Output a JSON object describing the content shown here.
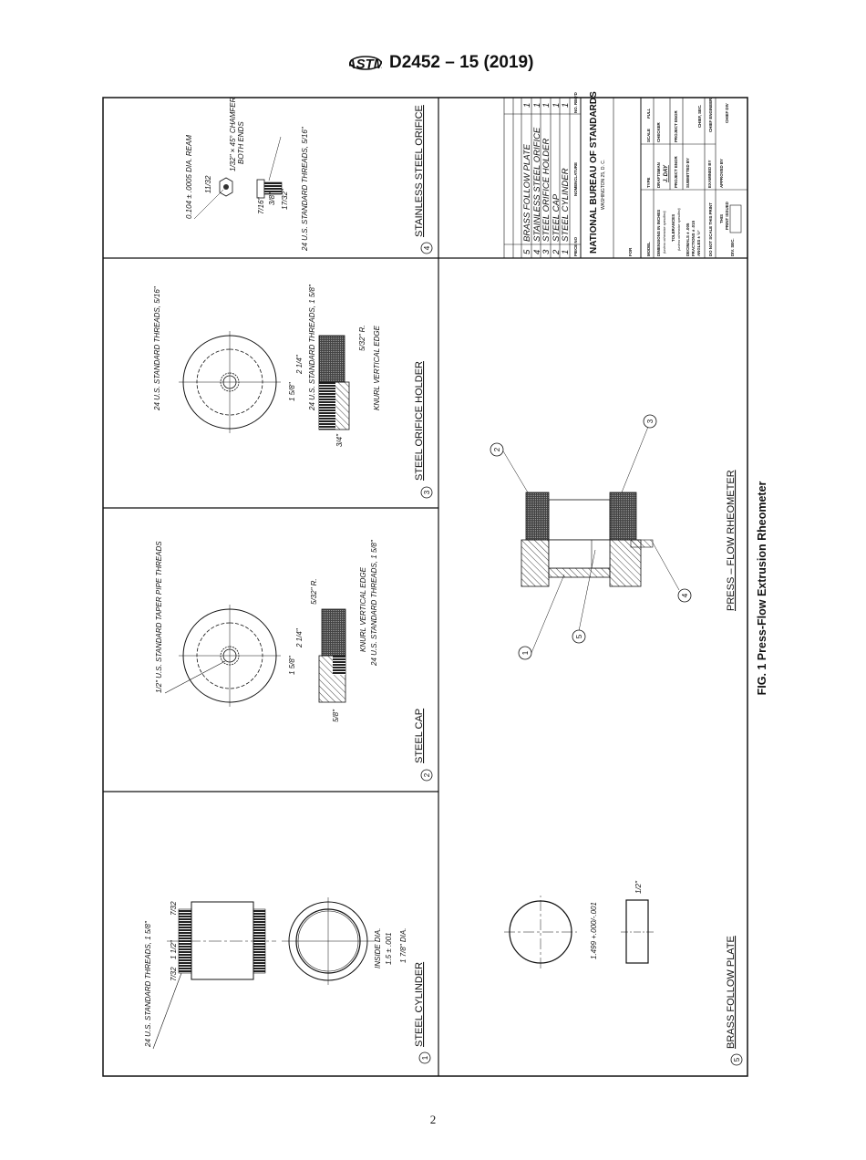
{
  "header": {
    "logo": "ASTM",
    "doc_id": "D2452 – 15 (2019)"
  },
  "figure_caption": "FIG. 1 Press-Flow Extrusion Rheometer",
  "page_number": "2",
  "parts": {
    "p1": {
      "num": "1",
      "title": "STEEL CYLINDER",
      "thread_note": "24 U.S. STANDARD THREADS, 1 5/8\"",
      "len": "1 1/2\"",
      "end_l": "7/32",
      "end_r": "7/32",
      "inside1": "INSIDE DIA.",
      "inside2": "1.5 ± .001",
      "outer": "1 7/8\" DIA."
    },
    "p2": {
      "num": "2",
      "title": "STEEL CAP",
      "pipe_note": "1/2\" U.S. STANDARD TAPER PIPE THREADS",
      "d1": "1 5/8\"",
      "d2": "2 1/4\"",
      "radius": "5/32\" R.",
      "knurl": "KNURL VERTICAL EDGE",
      "thread_note": "24 U.S. STANDARD THREADS, 1 5/8\"",
      "thick": "5/8\""
    },
    "p3": {
      "num": "3",
      "title": "STEEL ORIFICE HOLDER",
      "thread_small": "24 U.S. STANDARD THREADS, 5/16\"",
      "d1": "1 5/8\"",
      "d2": "2 1/4\"",
      "thread_note": "24 U.S. STANDARD THREADS, 1 5/8\"",
      "radius": "5/32\" R.",
      "knurl": "KNURL VERTICAL EDGE",
      "thick": "3/4\""
    },
    "p4": {
      "num": "4",
      "title": "STAINLESS STEEL ORIFICE",
      "ream": "0.104 ± .0005 DIA. REAM",
      "hex": "11/32",
      "chamfer1": "1/32\" × 45° CHAMFER",
      "chamfer2": "BOTH ENDS",
      "head": "7/16\"",
      "shank": "3/8\"",
      "length": "17/32\"",
      "thread_note": "24 U.S. STANDARD THREADS, 5/16\""
    },
    "p5": {
      "num": "5",
      "title": "BRASS FOLLOW PLATE",
      "dia": "1.499 +.000/-.001",
      "thick": "1/2\""
    }
  },
  "assembly": {
    "title": "PRESS – FLOW RHEOMETER",
    "balloons": [
      "1",
      "2",
      "3",
      "4",
      "5"
    ]
  },
  "title_block": {
    "parts_list": [
      {
        "no": "5",
        "name": "BRASS FOLLOW PLATE",
        "req": "1"
      },
      {
        "no": "4",
        "name": "STAINLESS STEEL ORIFICE",
        "req": "1"
      },
      {
        "no": "3",
        "name": "STEEL ORIFICE HOLDER",
        "req": "1"
      },
      {
        "no": "2",
        "name": "STEEL CAP",
        "req": "1"
      },
      {
        "no": "1",
        "name": "STEEL CYLINDER",
        "req": "1"
      }
    ],
    "hdr_piece": "PIECE NO",
    "hdr_nomenclature": "NOMENCLATURE",
    "hdr_req": "NO. REQ'D",
    "org": "NATIONAL BUREAU OF STANDARDS",
    "org_city": "WASHINGTON 25, D. C.",
    "for": "FOR",
    "model": "MODEL",
    "type": "TYPE",
    "scale": "SCALE",
    "scale_val": "FULL",
    "dims": "DIMENSIONS IN INCHES",
    "dims_sub": "(unless otherwise specified)",
    "tol": "TOLERANCES",
    "tol_sub": "(unless otherwise specified)",
    "decimals": "DECIMALS  ± .005",
    "fractions": "FRACTIONS  ± .015",
    "angles": "ANGLES  ± ½°",
    "no_scale": "DO NOT SCALE THIS PRINT",
    "div_sec": "DIV. SEC.",
    "print_issued1": "THIS",
    "print_issued2": "PRINT ISSUED",
    "draftsman": "DRAFTSMAN",
    "draftsman_name": "J. DAY",
    "checker": "CHECKER",
    "proj_engr": "PROJECT ENGR",
    "proj_engr2": "PROJECT ENGR",
    "submitted": "SUBMITTED BY",
    "chief_sec": "CHIEF, SEC.",
    "examined": "EXAMINED BY",
    "chief_eng": "CHIEF ENGINEER",
    "approved": "APPROVED BY",
    "chief_div": "CHIEF DIV"
  }
}
